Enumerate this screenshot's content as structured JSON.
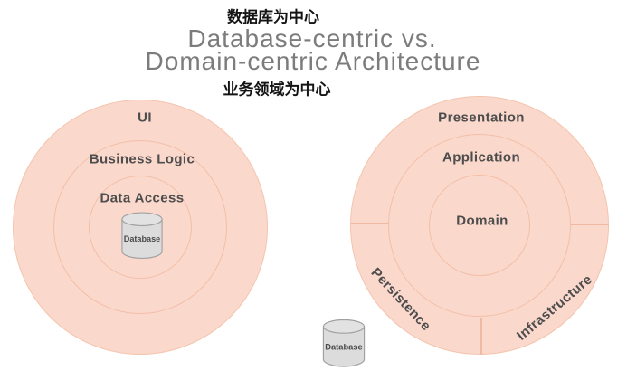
{
  "title": {
    "caption_top": "数据库为中心",
    "line1": "Database-centric vs.",
    "line2": "Domain-centric Architecture",
    "caption_bottom": "业务领域为中心"
  },
  "database_centric": {
    "name": "Database-centric",
    "layers": {
      "outer": "UI",
      "middle": "Business Logic",
      "inner": "Data Access"
    },
    "database_label": "Database"
  },
  "domain_centric": {
    "name": "Domain-centric",
    "layers": {
      "outer": "Presentation",
      "middle": "Application",
      "inner": "Domain"
    },
    "outer_segments": {
      "bottom_left": "Persistence",
      "bottom_right": "Infrastructure"
    },
    "database_label": "Database"
  },
  "colors": {
    "circle_fill": "#fbd8cc",
    "circle_stroke": "#f2bfa8",
    "layer_label_text": "#4d4d4d",
    "title_text": "#7c7c7c",
    "caption_text": "#141414",
    "cylinder_fill": "#dcdcdc",
    "cylinder_top_fill": "#e2e2e2",
    "cylinder_stroke": "#a0a0a0"
  }
}
